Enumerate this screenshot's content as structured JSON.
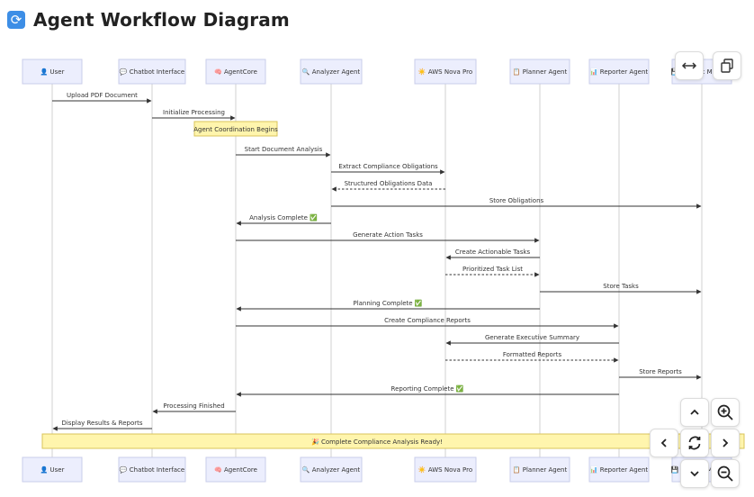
{
  "header": {
    "title": "Agent Workflow Diagram",
    "icon": "refresh-icon"
  },
  "actors": [
    {
      "id": "user",
      "label": "👤 User"
    },
    {
      "id": "chatbot",
      "label": "💬 Chatbot Interface"
    },
    {
      "id": "core",
      "label": "🧠 AgentCore"
    },
    {
      "id": "analyzer",
      "label": "🔍 Analyzer Agent"
    },
    {
      "id": "nova",
      "label": "☀️ AWS Nova Pro"
    },
    {
      "id": "planner",
      "label": "📋 Planner Agent"
    },
    {
      "id": "reporter",
      "label": "📊 Reporter Agent"
    },
    {
      "id": "memory",
      "label": "💾 Agentic Memory"
    }
  ],
  "messages": [
    {
      "from": "user",
      "to": "chatbot",
      "text": "Upload PDF Document",
      "style": "solid"
    },
    {
      "from": "chatbot",
      "to": "core",
      "text": "Initialize Processing",
      "style": "solid"
    },
    {
      "note": true,
      "over": "core",
      "text": "Agent Coordination Begins"
    },
    {
      "from": "core",
      "to": "analyzer",
      "text": "Start Document Analysis",
      "style": "solid"
    },
    {
      "from": "analyzer",
      "to": "nova",
      "text": "Extract Compliance Obligations",
      "style": "solid"
    },
    {
      "from": "nova",
      "to": "analyzer",
      "text": "Structured Obligations Data",
      "style": "dashed"
    },
    {
      "from": "analyzer",
      "to": "memory",
      "text": "Store Obligations",
      "style": "solid"
    },
    {
      "from": "analyzer",
      "to": "core",
      "text": "Analysis Complete ✅",
      "style": "solid"
    },
    {
      "from": "core",
      "to": "planner",
      "text": "Generate Action Tasks",
      "style": "solid"
    },
    {
      "from": "planner",
      "to": "nova",
      "text": "Create Actionable Tasks",
      "style": "solid"
    },
    {
      "from": "nova",
      "to": "planner",
      "text": "Prioritized Task List",
      "style": "dashed"
    },
    {
      "from": "planner",
      "to": "memory",
      "text": "Store Tasks",
      "style": "solid"
    },
    {
      "from": "planner",
      "to": "core",
      "text": "Planning Complete ✅",
      "style": "solid"
    },
    {
      "from": "core",
      "to": "reporter",
      "text": "Create Compliance Reports",
      "style": "solid"
    },
    {
      "from": "reporter",
      "to": "nova",
      "text": "Generate Executive Summary",
      "style": "solid"
    },
    {
      "from": "nova",
      "to": "reporter",
      "text": "Formatted Reports",
      "style": "dashed"
    },
    {
      "from": "reporter",
      "to": "memory",
      "text": "Store Reports",
      "style": "solid"
    },
    {
      "from": "reporter",
      "to": "core",
      "text": "Reporting Complete ✅",
      "style": "solid"
    },
    {
      "from": "core",
      "to": "chatbot",
      "text": "Processing Finished",
      "style": "solid"
    },
    {
      "from": "chatbot",
      "to": "user",
      "text": "Display Results & Reports",
      "style": "solid"
    }
  ],
  "final_note": {
    "text": "🎉 Complete Compliance Analysis Ready!"
  },
  "controls": [
    "expand-horizontal-icon",
    "copy-icon",
    "pan-up-icon",
    "zoom-in-icon",
    "pan-left-icon",
    "reset-view-icon",
    "pan-right-icon",
    "pan-down-icon",
    "zoom-out-icon"
  ],
  "colors": {
    "actor_fill": "#eceefd",
    "actor_stroke": "#c9cdea",
    "note_fill": "#fff5ad",
    "note_stroke": "#d9c45a",
    "line": "#333333"
  }
}
